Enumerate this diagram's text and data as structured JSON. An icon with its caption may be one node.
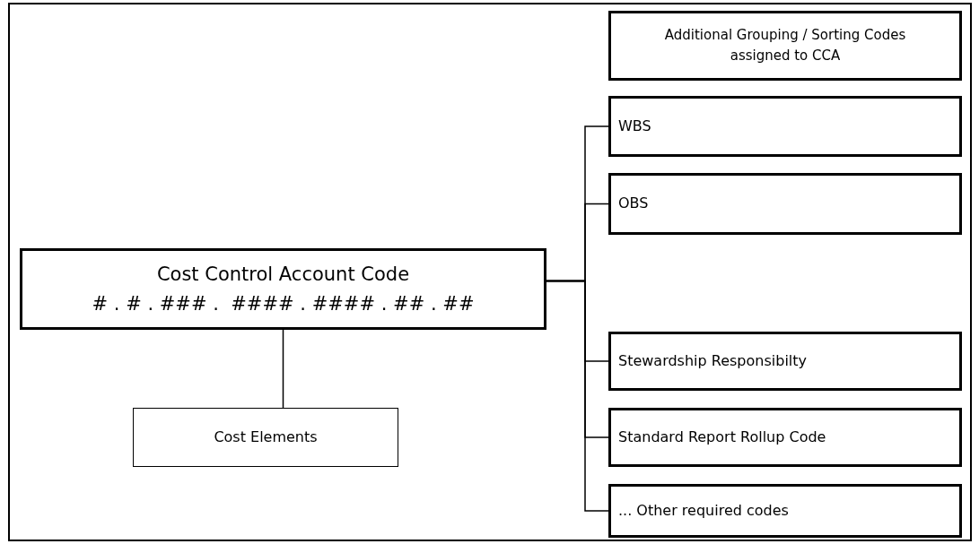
{
  "diagram": {
    "nodes": [
      {
        "text": [
          "Additional Grouping / Sorting Codes assigned to CCA"
        ]
      },
      {
        "text": [
          "WBS"
        ]
      },
      {
        "text": [
          "OBS"
        ]
      },
      {
        "text": [
          "Cost Control Account Code",
          "# . # . ### .  #### . #### . ## . ##"
        ]
      },
      {
        "text": [
          "Cost Elements"
        ]
      },
      {
        "text": [
          "Stewardship Responsibilty"
        ]
      },
      {
        "text": [
          "Standard Report Rollup Code"
        ]
      },
      {
        "text": [
          "... Other required codes"
        ]
      }
    ],
    "edges": [
      {
        "from": 3,
        "to": 1,
        "arrow": "none"
      },
      {
        "from": 3,
        "to": 2,
        "arrow": "none"
      },
      {
        "from": 3,
        "to": 5,
        "arrow": "none"
      },
      {
        "from": 3,
        "to": 6,
        "arrow": "none"
      },
      {
        "from": 3,
        "to": 7,
        "arrow": "none"
      },
      {
        "from": 3,
        "to": 4,
        "arrow": "none"
      }
    ]
  }
}
